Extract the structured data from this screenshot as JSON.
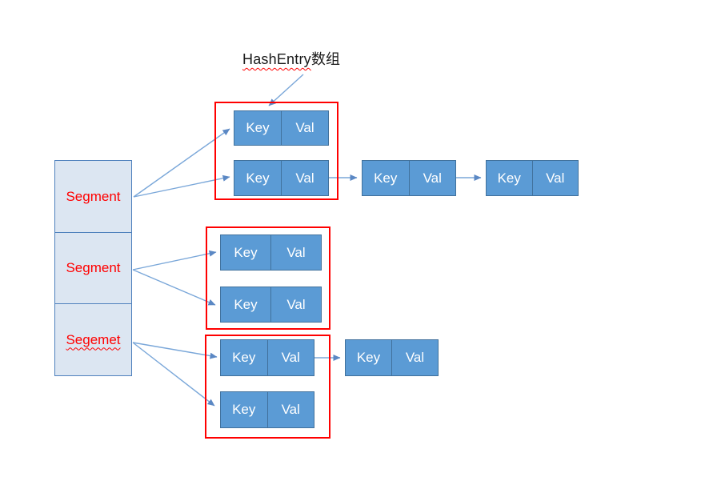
{
  "title": {
    "full_text": "HashEntry数组",
    "misspelled_part": "HashEntry",
    "rest_part": "数组"
  },
  "segment_array": {
    "cells": [
      {
        "label": "Segment",
        "misspelled": false
      },
      {
        "label": "Segment",
        "misspelled": false
      },
      {
        "label": "Segemet",
        "misspelled": true
      }
    ]
  },
  "hash_entry_nodes": [
    {
      "key": "Key",
      "val": "Val"
    },
    {
      "key": "Key",
      "val": "Val"
    },
    {
      "key": "Key",
      "val": "Val"
    },
    {
      "key": "Key",
      "val": "Val"
    },
    {
      "key": "Key",
      "val": "Val"
    },
    {
      "key": "Key",
      "val": "Val"
    },
    {
      "key": "Key",
      "val": "Val"
    },
    {
      "key": "Key",
      "val": "Val"
    },
    {
      "key": "Key",
      "val": "Val"
    }
  ],
  "colors": {
    "entry_fill": "#5b9bd5",
    "entry_border": "#41719c",
    "segment_fill": "#dce6f2",
    "segment_border": "#4f81bd",
    "segment_text": "#ff0000",
    "group_border": "#ff0000",
    "arrow": "#7aa7d9",
    "title_text": "#1a1a1a",
    "spellcheck_squiggle": "#ff0000",
    "background": "#ffffff"
  }
}
